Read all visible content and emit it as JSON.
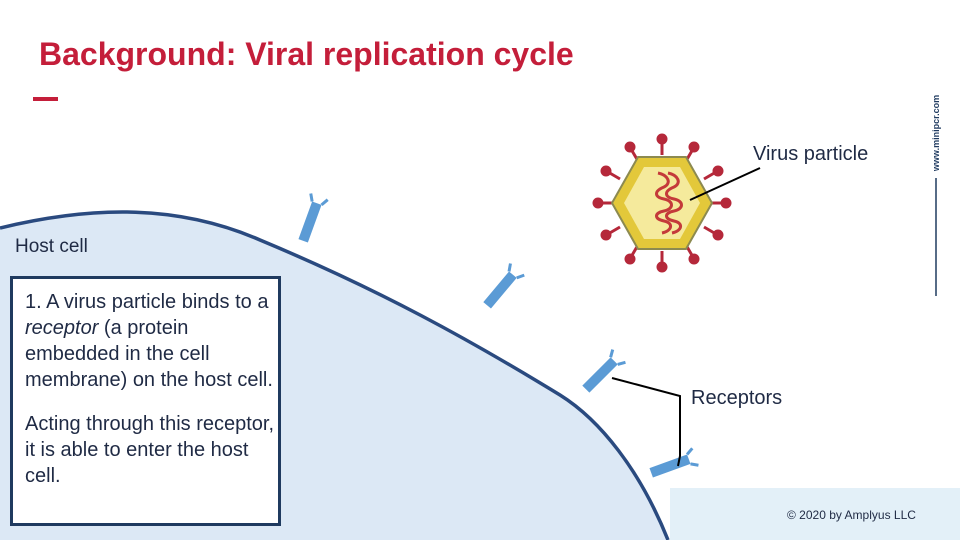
{
  "slide": {
    "title": "Background: Viral replication cycle",
    "copyright": "© 2020 by Amplyus LLC",
    "side_text": "www.minipcr.com"
  },
  "labels": {
    "host_cell": "Host cell",
    "virus_particle": "Virus particle",
    "receptors": "Receptors"
  },
  "description": {
    "p1_before": "1. A virus particle binds to a ",
    "p1_em": "receptor",
    "p1_after": " (a protein embedded in the cell membrane) on the host cell.",
    "p2": "Acting through this receptor, it is able to enter the host cell."
  },
  "colors": {
    "title": "#c41e3a",
    "cell_fill": "#dce8f5",
    "membrane": "#2a4a7f",
    "receptor": "#5b9bd5",
    "virus_capsid": "#e3c83a",
    "virus_core": "#f5ea9c",
    "virus_spike": "#b5283a",
    "footer_band": "#e3f0f8"
  }
}
